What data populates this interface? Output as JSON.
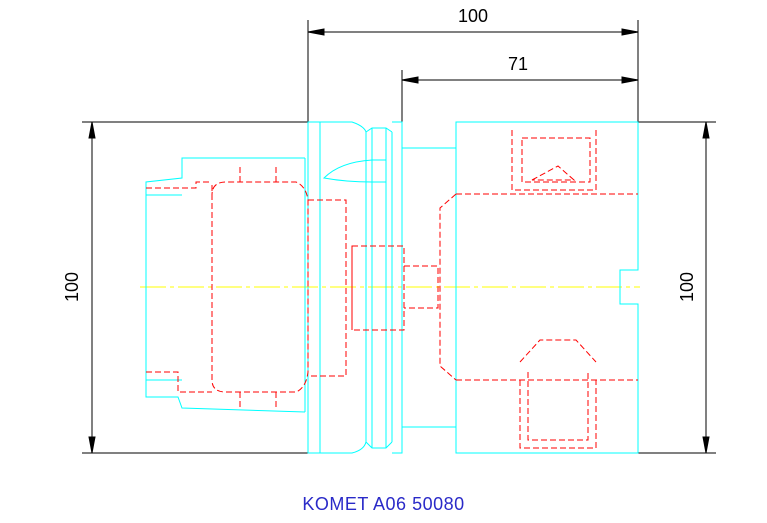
{
  "dimensions": {
    "overall_length": "100",
    "right_length": "71",
    "left_height": "100",
    "right_height": "100"
  },
  "caption": "KOMET A06 50080",
  "colors": {
    "outline": "#00ffff",
    "hidden": "#ff0000",
    "centerline": "#ffff00",
    "dimension": "#000000",
    "caption": "#2a2ac8"
  }
}
